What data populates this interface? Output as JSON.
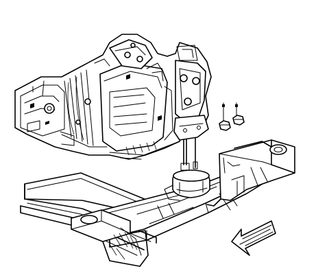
{
  "diagram": {
    "parts": [
      {
        "id": "transmission-assembly",
        "icon": "transmission-icon"
      },
      {
        "id": "transmission-mount",
        "icon": "mount-icon"
      },
      {
        "id": "mount-stud",
        "icon": "stud-icon"
      },
      {
        "id": "mount-nuts",
        "icon": "nut-icon"
      },
      {
        "id": "transmission-support-crossmember",
        "icon": "crossmember-icon"
      },
      {
        "id": "frame-rail",
        "icon": "frame-icon"
      },
      {
        "id": "vehicle-front-direction-arrow",
        "icon": "arrow-icon"
      }
    ],
    "line_color": "#000000",
    "background_color": "#ffffff"
  }
}
